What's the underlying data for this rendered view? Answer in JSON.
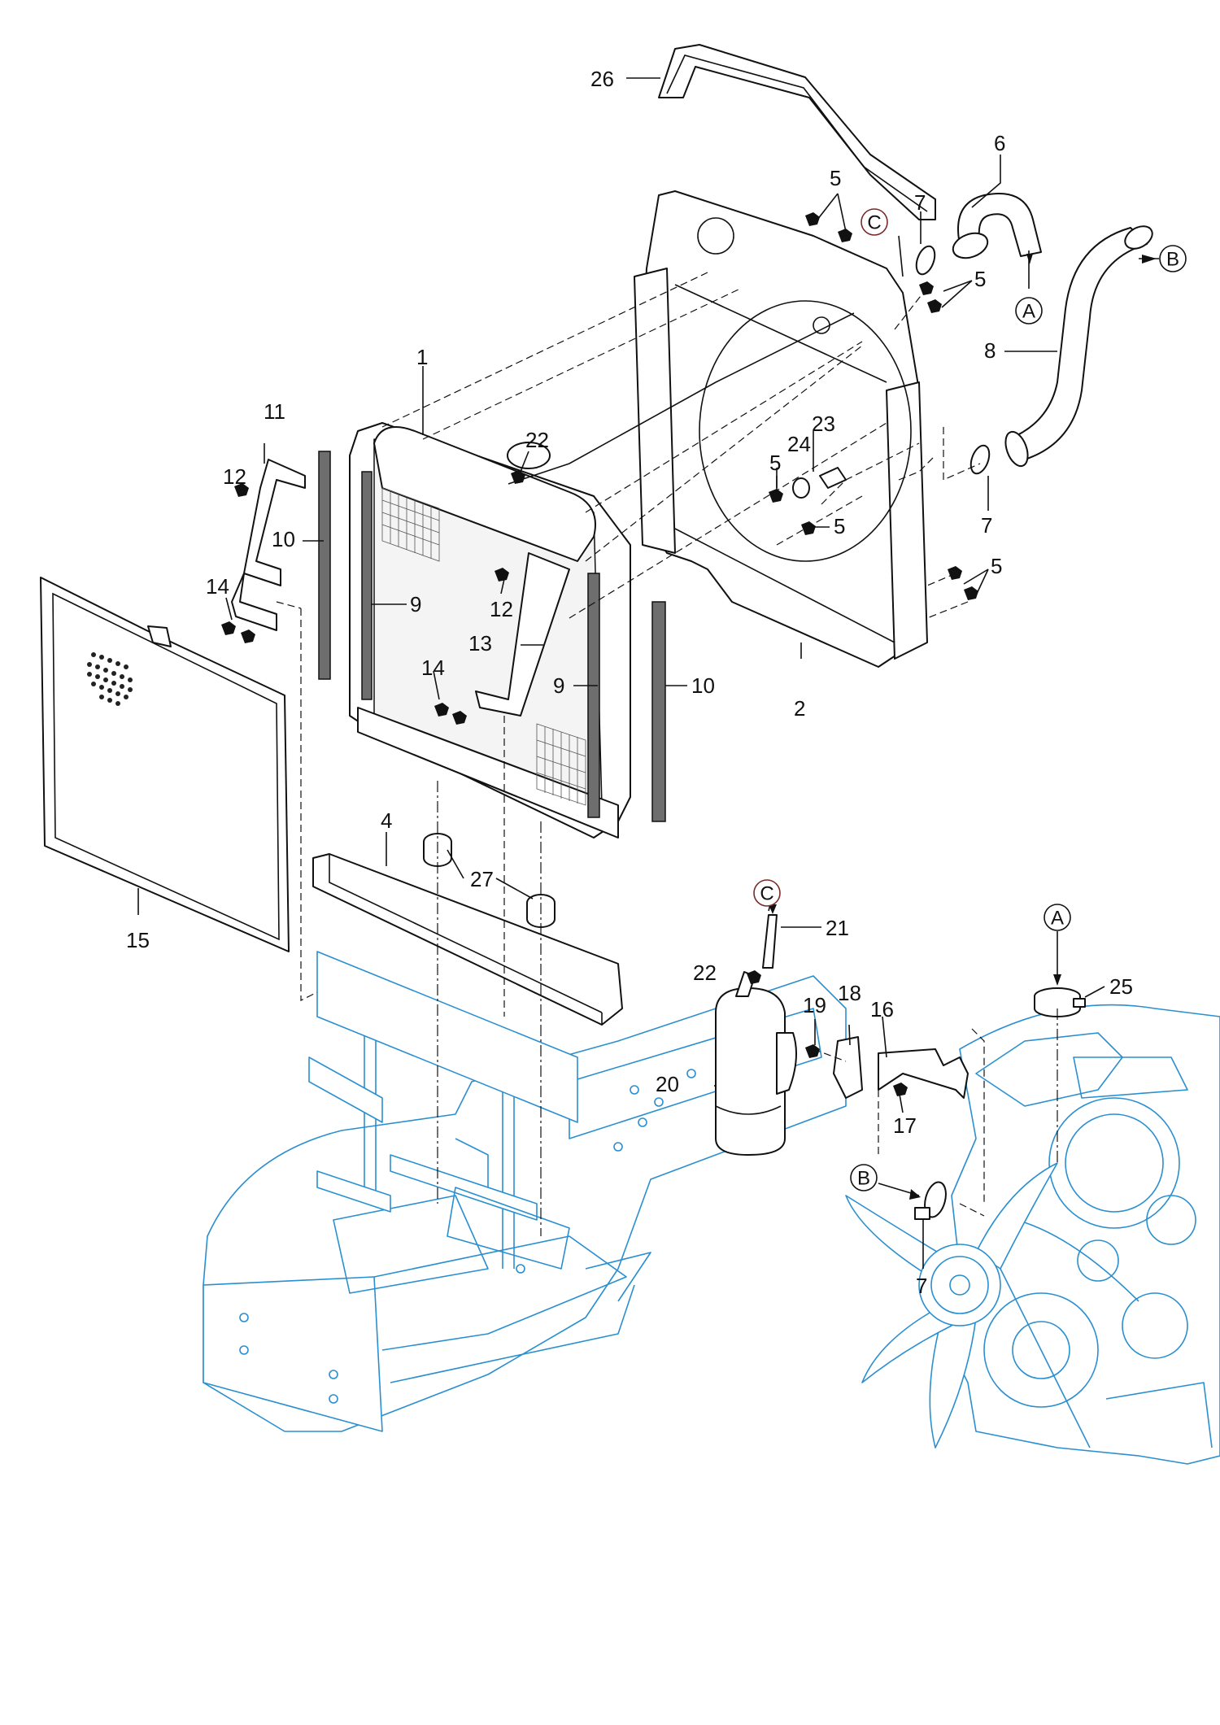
{
  "callouts": {
    "c1": "1",
    "c2": "2",
    "c4": "4",
    "c5a": "5",
    "c5b": "5",
    "c5c": "5",
    "c5d": "5",
    "c5e": "5",
    "c6": "6",
    "c7a": "7",
    "c7b": "7",
    "c7c": "7",
    "c8": "8",
    "c9a": "9",
    "c9b": "9",
    "c10a": "10",
    "c10b": "10",
    "c11": "11",
    "c12a": "12",
    "c12b": "12",
    "c13": "13",
    "c14a": "14",
    "c14b": "14",
    "c15": "15",
    "c16": "16",
    "c17": "17",
    "c18": "18",
    "c19": "19",
    "c20": "20",
    "c21": "21",
    "c22a": "22",
    "c22b": "22",
    "c23": "23",
    "c24": "24",
    "c25": "25",
    "c26": "26",
    "c27": "27"
  },
  "references": {
    "A_top": "A",
    "B_top": "B",
    "C_top": "C",
    "C_bottom": "C",
    "A_bottom": "A",
    "B_bottom": "B"
  },
  "colors": {
    "line": "#111111",
    "chassis_blue": "#2a8fd0",
    "seal_gray": "#6e6e6e"
  }
}
